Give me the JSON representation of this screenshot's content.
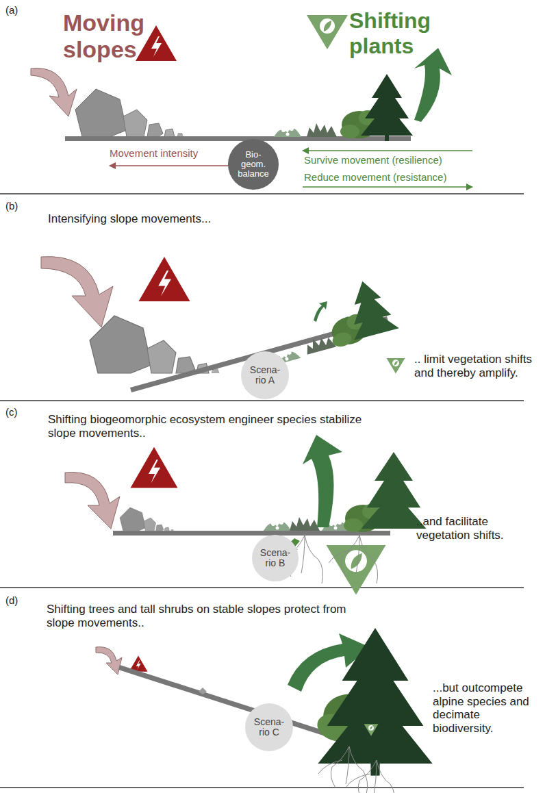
{
  "diagram": {
    "nodes": [
      {
        "text": [
          "Bio- geom. balance"
        ]
      },
      {
        "text": [
          "Scena- rio A"
        ]
      },
      {
        "text": [
          "Scena- rio B"
        ]
      },
      {
        "text": [
          "Scena- rio C"
        ]
      }
    ],
    "labels": [
      "(a)",
      "Moving slopes",
      "Shifting plants",
      "Movement intensity",
      "Survive movement (resilience)",
      "Reduce movement (resistance)",
      "(b)",
      "Intensifying slope movements...",
      ".. limit vegetation shifts and thereby amplify.",
      "(c)",
      "Shifting biogeomorphic ecosystem engineer species stabilize slope movements..",
      "..and facilitate vegetation shifts.",
      "(d)",
      "Shifting trees and tall shrubs on stable slopes protect from slope movements..",
      "...but outcompete alpine species and decimate biodiversity."
    ]
  }
}
